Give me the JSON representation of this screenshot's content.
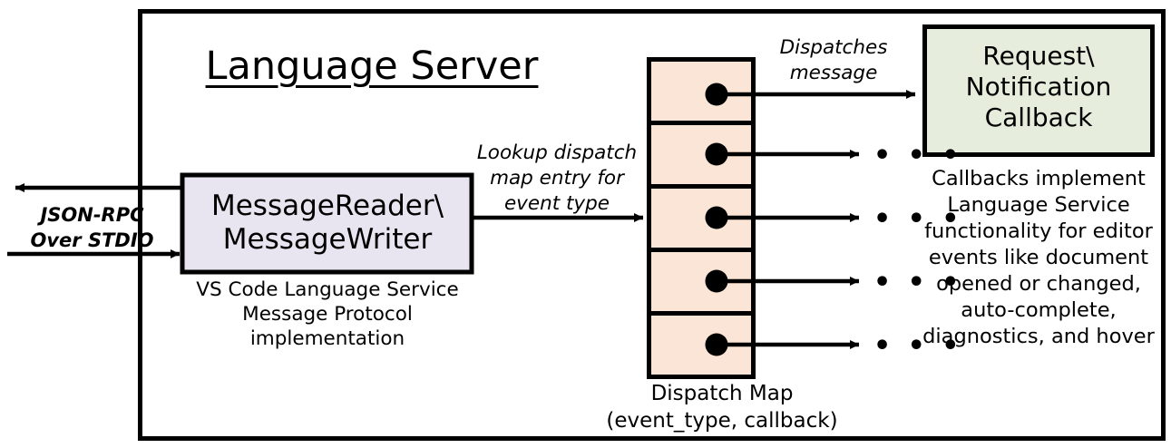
{
  "diagram": {
    "title": "Language Server",
    "frame": {
      "name": "language-server-boundary"
    },
    "colors": {
      "outline": "#000000",
      "message_box_fill": "#E8E4F0",
      "dispatch_map_fill": "#FBE5D6",
      "callback_box_fill": "#E7EDDC",
      "background": "#FFFFFF"
    },
    "boxes": {
      "message_reader": {
        "label": "MessageReader\\\nMessageWriter",
        "caption": "VS Code Language Service\nMessage Protocol implementation"
      },
      "callback": {
        "label": "Request\\\nNotification\nCallback",
        "caption": "Callbacks implement\nLanguage Service\nfunctionality for editor\nevents like document\nopened or changed,\nauto-complete,\ndiagnostics, and hover"
      },
      "dispatch_map": {
        "caption": "Dispatch Map\n(event_type, callback)",
        "row_count": 5,
        "rows": [
          {
            "index": 1,
            "has_entry_dot": true,
            "target": "Request\\Notification Callback"
          },
          {
            "index": 2,
            "has_entry_dot": true,
            "target": "..."
          },
          {
            "index": 3,
            "has_entry_dot": true,
            "target": "..."
          },
          {
            "index": 4,
            "has_entry_dot": true,
            "target": "..."
          },
          {
            "index": 5,
            "has_entry_dot": true,
            "target": "..."
          }
        ],
        "ellipsis": "• • •"
      }
    },
    "edges": {
      "transport_label": "JSON-RPC\nOver STDIO",
      "lookup_label": "Lookup dispatch\nmap entry for\nevent type",
      "dispatch_label": "Dispatches\nmessage"
    }
  }
}
